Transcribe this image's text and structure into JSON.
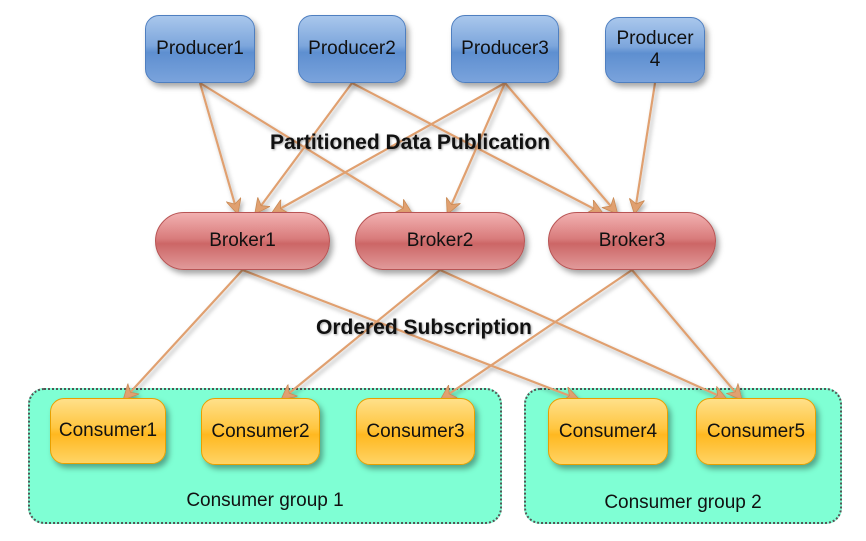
{
  "diagram": {
    "section_labels": {
      "publication": "Partitioned Data Publication",
      "subscription": "Ordered Subscription"
    },
    "producers": [
      {
        "id": "p1",
        "label": "Producer1"
      },
      {
        "id": "p2",
        "label": "Producer2"
      },
      {
        "id": "p3",
        "label": "Producer3"
      },
      {
        "id": "p4",
        "label": "Producer\n4"
      }
    ],
    "brokers": [
      {
        "id": "b1",
        "label": "Broker1"
      },
      {
        "id": "b2",
        "label": "Broker2"
      },
      {
        "id": "b3",
        "label": "Broker3"
      }
    ],
    "consumers": [
      {
        "id": "c1",
        "label": "Consumer1",
        "group": "g1"
      },
      {
        "id": "c2",
        "label": "Consumer2",
        "group": "g1"
      },
      {
        "id": "c3",
        "label": "Consumer3",
        "group": "g1"
      },
      {
        "id": "c4",
        "label": "Consumer4",
        "group": "g2"
      },
      {
        "id": "c5",
        "label": "Consumer5",
        "group": "g2"
      }
    ],
    "groups": [
      {
        "id": "g1",
        "label": "Consumer group 1"
      },
      {
        "id": "g2",
        "label": "Consumer group 2"
      }
    ],
    "edges": [
      {
        "from": "p1",
        "to": "b1"
      },
      {
        "from": "p1",
        "to": "b2"
      },
      {
        "from": "p2",
        "to": "b1"
      },
      {
        "from": "p2",
        "to": "b3"
      },
      {
        "from": "p3",
        "to": "b1"
      },
      {
        "from": "p3",
        "to": "b2"
      },
      {
        "from": "p3",
        "to": "b3"
      },
      {
        "from": "p4",
        "to": "b3"
      },
      {
        "from": "b1",
        "to": "c1"
      },
      {
        "from": "b1",
        "to": "c4"
      },
      {
        "from": "b2",
        "to": "c2"
      },
      {
        "from": "b2",
        "to": "c5"
      },
      {
        "from": "b3",
        "to": "c3"
      },
      {
        "from": "b3",
        "to": "c5"
      }
    ],
    "colors": {
      "producer": "#7da6dc",
      "broker": "#d97d7d",
      "consumer": "#ffc640",
      "group_fill": "#7fffd4",
      "edge": "#e0a070"
    }
  }
}
